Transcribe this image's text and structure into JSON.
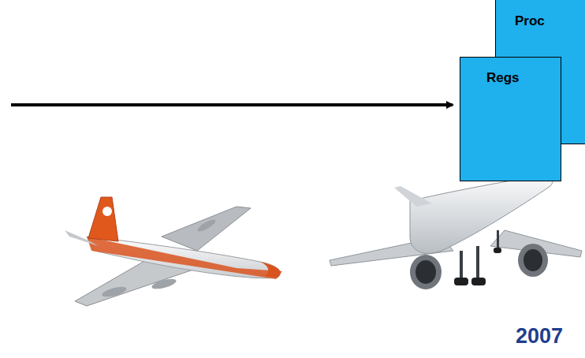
{
  "diagram": {
    "nodes": [
      {
        "text": [
          "Proc"
        ]
      },
      {
        "text": [
          "Regs"
        ]
      }
    ],
    "labels": [
      "2007"
    ]
  }
}
